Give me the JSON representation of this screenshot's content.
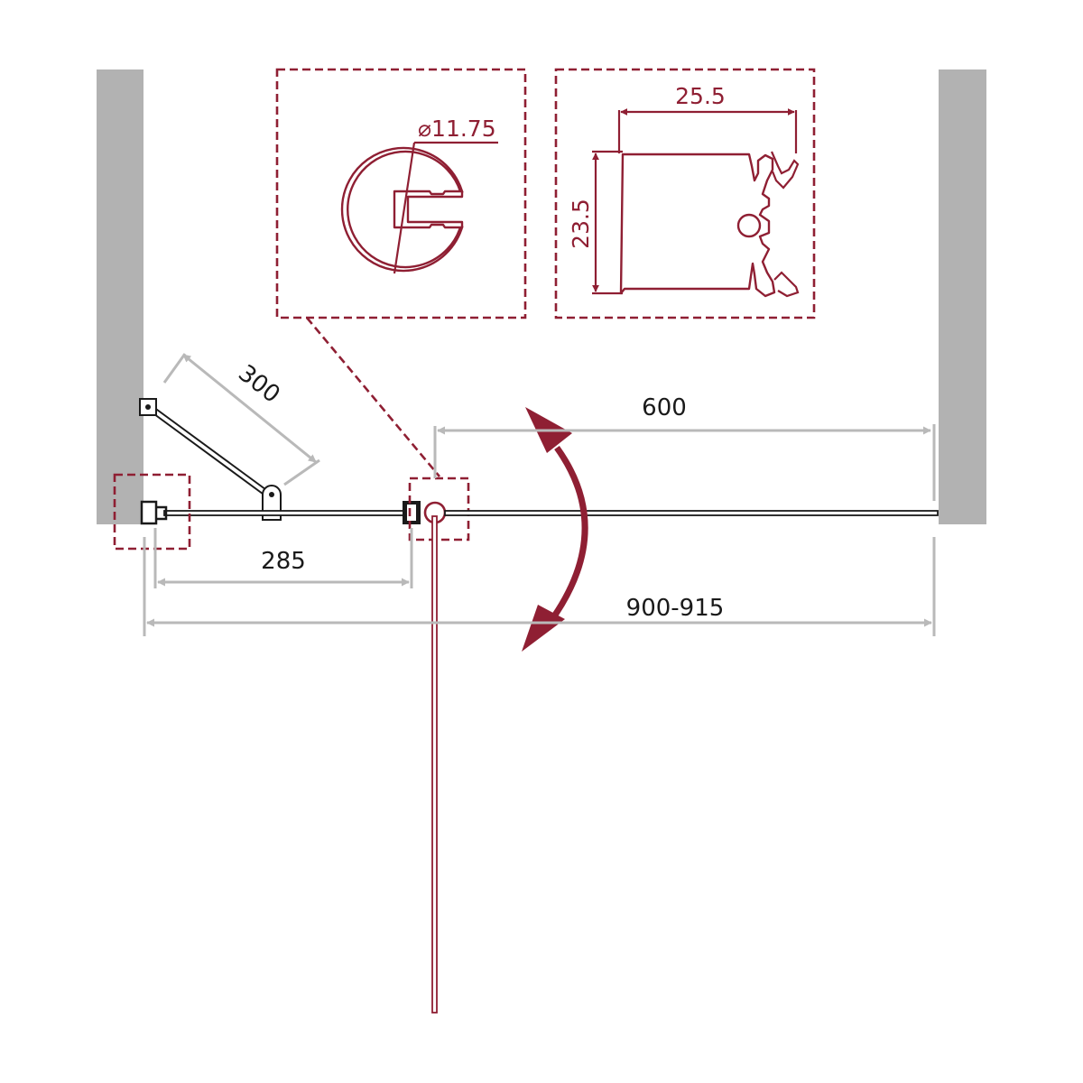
{
  "colors": {
    "accent": "#8f1f33",
    "wall": "#b2b2b2",
    "dimension_line": "#b9b9b9",
    "ink": "#1a1a1a"
  },
  "dimensions": {
    "hinge_diameter": "⌀11.75",
    "profile_width": "25.5",
    "profile_height": "23.5",
    "brace_length": "300",
    "door_opening": "600",
    "fixed_panel": "285",
    "total_width": "900-915"
  }
}
